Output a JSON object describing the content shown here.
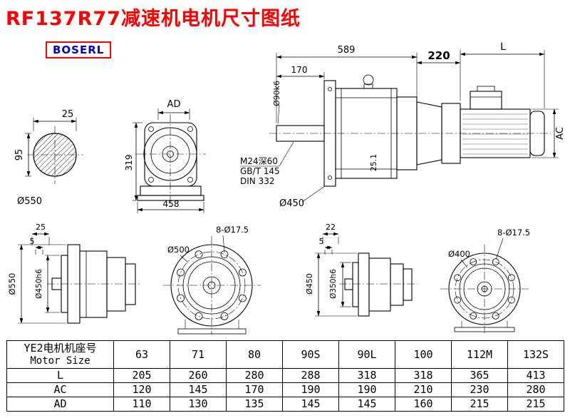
{
  "title": "RF137R77减速机电机尺寸图纸",
  "logo": "BOSERL",
  "colors": {
    "title_red": "#ff0000",
    "logo_blue": "#0000c8",
    "logo_border_red": "#ff0000",
    "line_black": "#000000"
  },
  "views": {
    "shaft_section": {
      "width": "25",
      "height": "95",
      "diameter": "Ø550"
    },
    "front": {
      "ad": "AD",
      "height": "319",
      "width": "458"
    },
    "assembly": {
      "overall": "589",
      "shaft_len": "170",
      "shaft_dia": "Ø90k6",
      "flange_len": "220",
      "motor_len": "L",
      "motor_dia": "AC",
      "note1": "M24深60",
      "note2": "GB/T 145",
      "note3": "DIN 332",
      "flange_dia": "Ø450",
      "detail": "25.1"
    },
    "flange_large_side": {
      "dim1": "25",
      "dim2": "5",
      "outer_dia": "Ø550",
      "spigot_dia": "Ø450h6"
    },
    "flange_large_front": {
      "holes": "8-Ø17.5",
      "bolt_circle_dia": "Ø500"
    },
    "flange_small_side": {
      "dim1": "22",
      "dim2": "5",
      "outer_dia": "Ø450",
      "spigot_dia": "Ø350h6"
    },
    "flange_small_front": {
      "holes": "8-Ø17.5",
      "bolt_circle_dia": "Ø400"
    }
  },
  "table": {
    "header_line1": "YE2电机机座号",
    "header_line2": "Motor Size",
    "motor_sizes": [
      "63",
      "71",
      "80",
      "90S",
      "90L",
      "100",
      "112M",
      "132S"
    ],
    "rows": [
      {
        "label": "L",
        "values": [
          "205",
          "260",
          "280",
          "288",
          "318",
          "318",
          "365",
          "413"
        ]
      },
      {
        "label": "AC",
        "values": [
          "120",
          "145",
          "170",
          "190",
          "190",
          "210",
          "230",
          "280"
        ]
      },
      {
        "label": "AD",
        "values": [
          "110",
          "130",
          "135",
          "145",
          "145",
          "160",
          "215",
          "215"
        ]
      }
    ]
  }
}
